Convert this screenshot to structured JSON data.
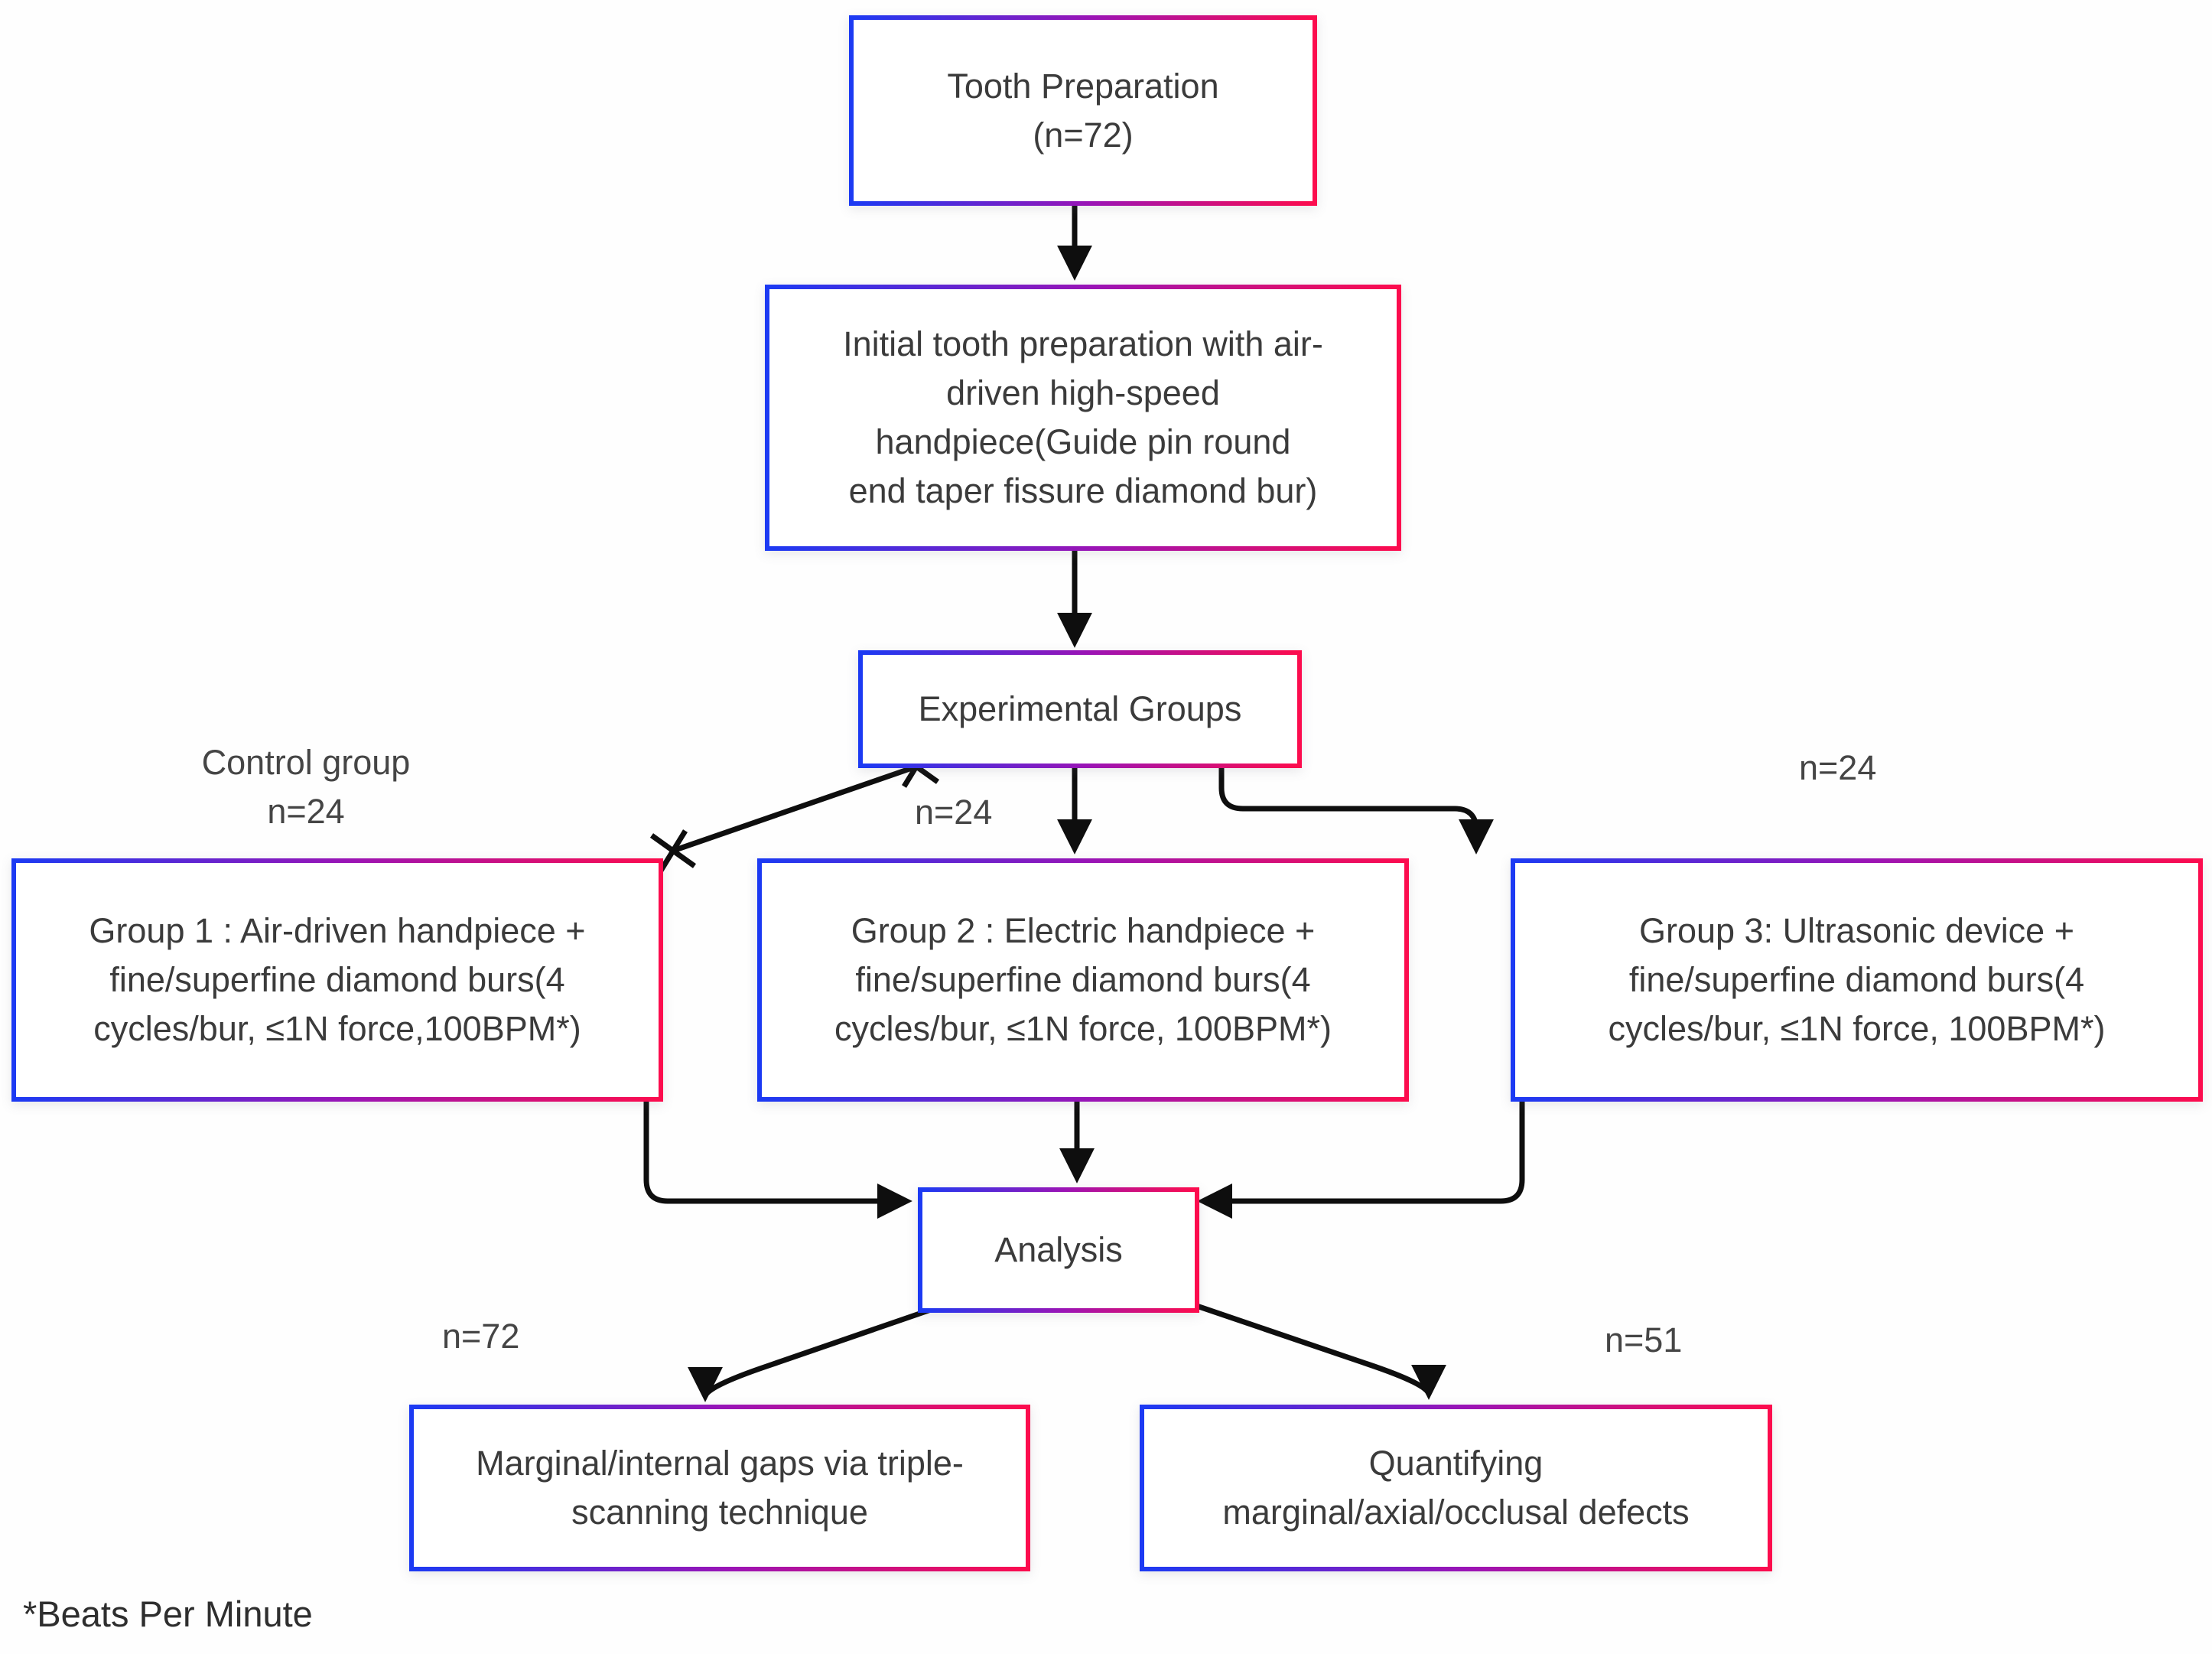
{
  "colors": {
    "border_gradient_start": "#1c3af3",
    "border_gradient_mid": "#9b14b5",
    "border_gradient_end": "#fc0c4e",
    "arrow_color": "#0e0e0e",
    "text_color": "#3b3b3b",
    "background": "#ffffff"
  },
  "nodes": {
    "tooth_prep": {
      "text": "Tooth Preparation\n(n=72)"
    },
    "initial_prep": {
      "text": "Initial tooth preparation with air-\ndriven high-speed\nhandpiece(Guide pin round\nend taper fissure diamond bur)"
    },
    "experimental_groups": {
      "text": "Experimental Groups"
    },
    "group1": {
      "text": "Group 1 : Air-driven handpiece +\nfine/superfine diamond burs(4\ncycles/bur, ≤1N force,100BPM*)"
    },
    "group2": {
      "text": "Group 2 : Electric handpiece +\nfine/superfine diamond burs(4\ncycles/bur, ≤1N force, 100BPM*)"
    },
    "group3": {
      "text": "Group 3: Ultrasonic device +\nfine/superfine diamond burs(4\ncycles/bur, ≤1N force, 100BPM*)"
    },
    "analysis": {
      "text": "Analysis"
    },
    "gaps": {
      "text": "Marginal/internal gaps via triple-\nscanning technique"
    },
    "defects": {
      "text": "Quantifying\nmarginal/axial/occlusal defects"
    }
  },
  "labels": {
    "control_group": "Control group\nn=24",
    "n24_mid": "n=24",
    "n24_right": "n=24",
    "n72": "n=72",
    "n51": "n=51",
    "footnote": "*Beats Per Minute"
  }
}
